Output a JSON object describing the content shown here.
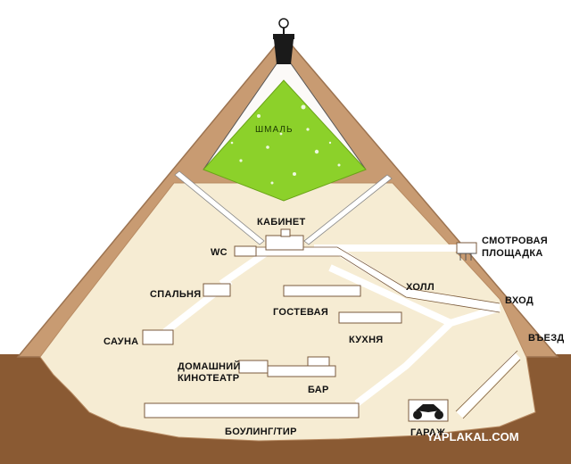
{
  "diagram": {
    "rooms": {
      "stash": "ШМАЛЬ",
      "study": "КАБИНЕТ",
      "wc": "WC",
      "bedroom": "СПАЛЬНЯ",
      "sauna": "САУНА",
      "guest": "ГОСТЕВАЯ",
      "kitchen": "КУХНЯ",
      "hall": "ХОЛЛ",
      "cinema_line1": "ДОМАШНИЙ",
      "cinema_line2": "КИНОТЕАТР",
      "bar": "БАР",
      "bowling": "БОУЛИНГ/ТИР",
      "garage": "ГАРАЖ",
      "deck_line1": "СМОТРОВАЯ",
      "deck_line2": "ПЛОЩАДКА",
      "entrance": "ВХОД",
      "driveway": "ВЪЕЗД"
    },
    "watermark": "YAPLAKAL.COM",
    "colors": {
      "sky": "#ffffff",
      "pyramid": "#c89b72",
      "pyramid_edge": "#9c7350",
      "interior": "#f6ecd3",
      "ground": "#8a5a33",
      "passage": "#ffffff",
      "stash": "#8cd12a",
      "lamp": "#1a1a1a"
    }
  }
}
